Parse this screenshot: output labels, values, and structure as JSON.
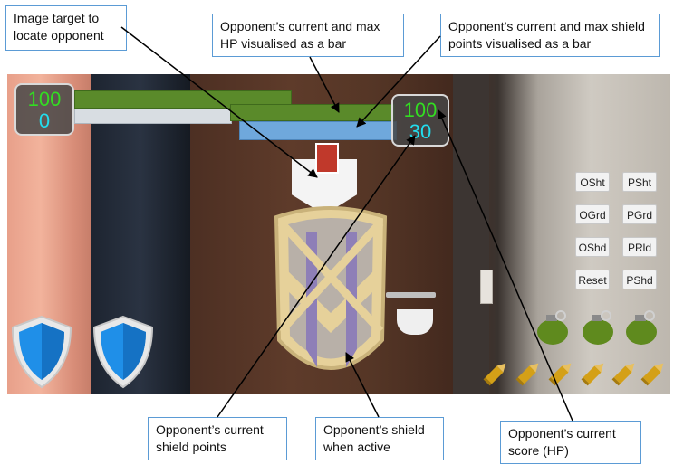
{
  "callouts": {
    "image_target": "Image target to locate opponent",
    "hp_bar": "Opponent’s current and max HP visualised as a bar",
    "shield_bar": "Opponent’s current and max shield points visualised as a bar",
    "shield_points": "Opponent’s current shield points",
    "shield_active": "Opponent’s shield when active",
    "score": "Opponent’s current score (HP)"
  },
  "hud": {
    "player": {
      "hp": "100",
      "shield": "0"
    },
    "opponent": {
      "hp": "100",
      "shield": "30"
    },
    "bars": {
      "player_hp_fraction": 1.0,
      "player_shield_fraction": 0.0,
      "opponent_hp_fraction": 1.0,
      "opponent_shield_fraction": 1.0
    }
  },
  "controls": [
    {
      "label": "OSht"
    },
    {
      "label": "PSht"
    },
    {
      "label": "OGrd"
    },
    {
      "label": "PGrd"
    },
    {
      "label": "OShd"
    },
    {
      "label": "PRld"
    },
    {
      "label": "Reset"
    },
    {
      "label": "PShd"
    }
  ],
  "inventory": {
    "grenades": 3,
    "bullets": 6,
    "shield_charges": 2
  },
  "colors": {
    "hp_green": "#33dd22",
    "shield_cyan": "#22ddee",
    "hp_bar": "#5a8a2a",
    "shield_bar": "#6fa8dc",
    "callout_border": "#5b9bd5"
  }
}
